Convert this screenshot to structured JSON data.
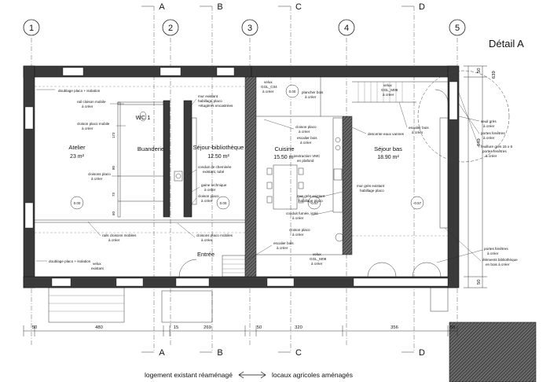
{
  "detail": {
    "title": "Détail A"
  },
  "grid": {
    "numbers": [
      "1",
      "2",
      "3",
      "4",
      "5"
    ],
    "letters": [
      "A",
      "B",
      "C",
      "D"
    ]
  },
  "rooms": {
    "atelier": {
      "name": "Atelier",
      "area": "23 m²"
    },
    "wc": {
      "name": "WC 1"
    },
    "buanderie": {
      "name": "Buanderie"
    },
    "sejour_bib": {
      "name": "Séjour-bibliothèque",
      "area": "12.50 m²"
    },
    "cuisine": {
      "name": "Cuisine",
      "area": "15.50 m²"
    },
    "sejour_bas": {
      "name": "Séjour bas",
      "area": "18.90 m²"
    },
    "entree": {
      "name": "Entrée"
    }
  },
  "levels": {
    "atelier": "0.00",
    "sejour_bib": "0.00",
    "cuisine": "-0.57",
    "sejour_bas": "-0.57",
    "top_mid": "0.00"
  },
  "annotations": {
    "doublage_top": "doublage placo + isolation",
    "rail_cloison_1": "rail cloison mobile",
    "rail_cloison_2": "à créer",
    "cloison_placo_mobile_1": "cloison placo mobile",
    "cloison_placo_mobile_2": "à créer",
    "cloisons_placo_1": "cloisons placo",
    "cloisons_placo_2": "à créer",
    "mur_existant_1": "mur existant",
    "mur_existant_2": "habillage placo",
    "mur_existant_3": "+étagères encastrées",
    "conduit_1": "conduit de cheminée",
    "conduit_2": "existant, tubé",
    "gaine_1": "gaine technique",
    "gaine_2": "à créer",
    "cloison_placo_1": "cloison placo",
    "cloison_placo_2": "à créer",
    "velux_top_1": "velux",
    "velux_top_2": "GGL_C04",
    "velux_top_3": "à créer",
    "plancher_1": "plancher bois",
    "plancher_2": "à créer",
    "velux_top2_1": "velux",
    "velux_top2_2": "GGL_M08",
    "velux_top2_3": "à créer",
    "extraction": "extraction VMC",
    "extraction_2": "en plafond",
    "cloison_cuis_1": "cloison placo",
    "cloison_cuis_2": "à créer",
    "escalier_bois_1": "escalier bois",
    "escalier_bois_2": "à créer",
    "descente": "descente eaux vannes",
    "escalier_r_1": "escalier bois",
    "escalier_r_2": "à créer",
    "mur_gres_1": "mur grès existant",
    "mur_gres_2": "habillage placo",
    "conduit_fumee_1": "conduit fumée, isolé",
    "conduit_fumee_2": "à créer",
    "cloison_placo_b1": "cloison placo",
    "cloison_placo_b2": "à créer",
    "escalier_bois_b1": "escalier bois",
    "escalier_bois_b2": "à créer",
    "velux_b_1": "velux",
    "velux_b_2": "GGL_M08",
    "velux_b_3": "à créer",
    "rails_1": "rails cloisons mobiles",
    "rails_2": "à créer",
    "cloisons_mob_1": "cloisons placo mobiles",
    "cloisons_mob_2": "à créer",
    "doublage_bot": "doublage placo + isolation",
    "velux_ex_1": "velux",
    "velux_ex_2": "existant",
    "seuil_1": "seuil grès",
    "seuil_2": "à créer",
    "portes_1": "portes fenêtres",
    "portes_2": "à créer",
    "feuillure_1": "feuillure grès 15 x 6",
    "feuillure_2": "portes fenêtres",
    "feuillure_3": "à créer",
    "portes_b_1": "portes fenêtres",
    "portes_b_2": "à créer",
    "elements_1": "éléments bibliothèque",
    "elements_2": "en bois à créer"
  },
  "dimensions": {
    "bottom": [
      "50",
      "480",
      "15",
      "269",
      "50",
      "320",
      "356",
      "50"
    ],
    "right": [
      "50",
      "649",
      "50",
      "639"
    ],
    "misc": [
      "173",
      "80",
      "73",
      "60"
    ]
  },
  "legend": {
    "left": "logement existant réaménagé",
    "right": "locaux agricoles aménagés"
  }
}
